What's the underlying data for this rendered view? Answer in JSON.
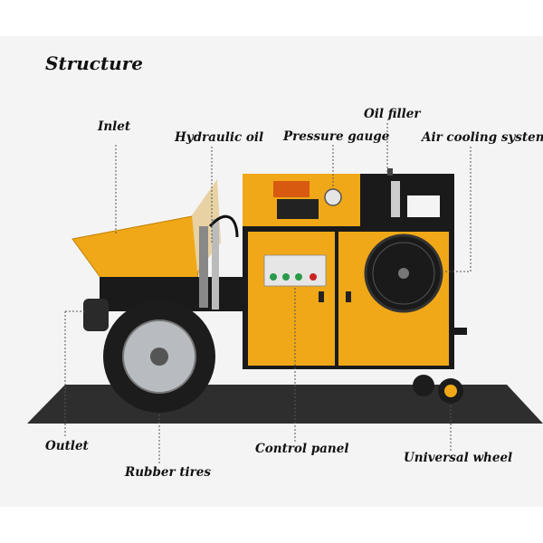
{
  "title": "Structure",
  "labels": {
    "inlet": "Inlet",
    "hydraulic_oil": "Hydraulic oil",
    "pressure_gauge": "Pressure gauge",
    "oil_filler": "Oil filler",
    "air_cooling_system": "Air cooling system",
    "outlet": "Outlet",
    "rubber_tires": "Rubber tires",
    "control_panel": "Control panel",
    "universal_wheel": "Universal wheel"
  },
  "colors": {
    "body_yellow": "#f0a818",
    "frame_black": "#1a1a1a",
    "floor_dark": "#2e2e2e"
  }
}
